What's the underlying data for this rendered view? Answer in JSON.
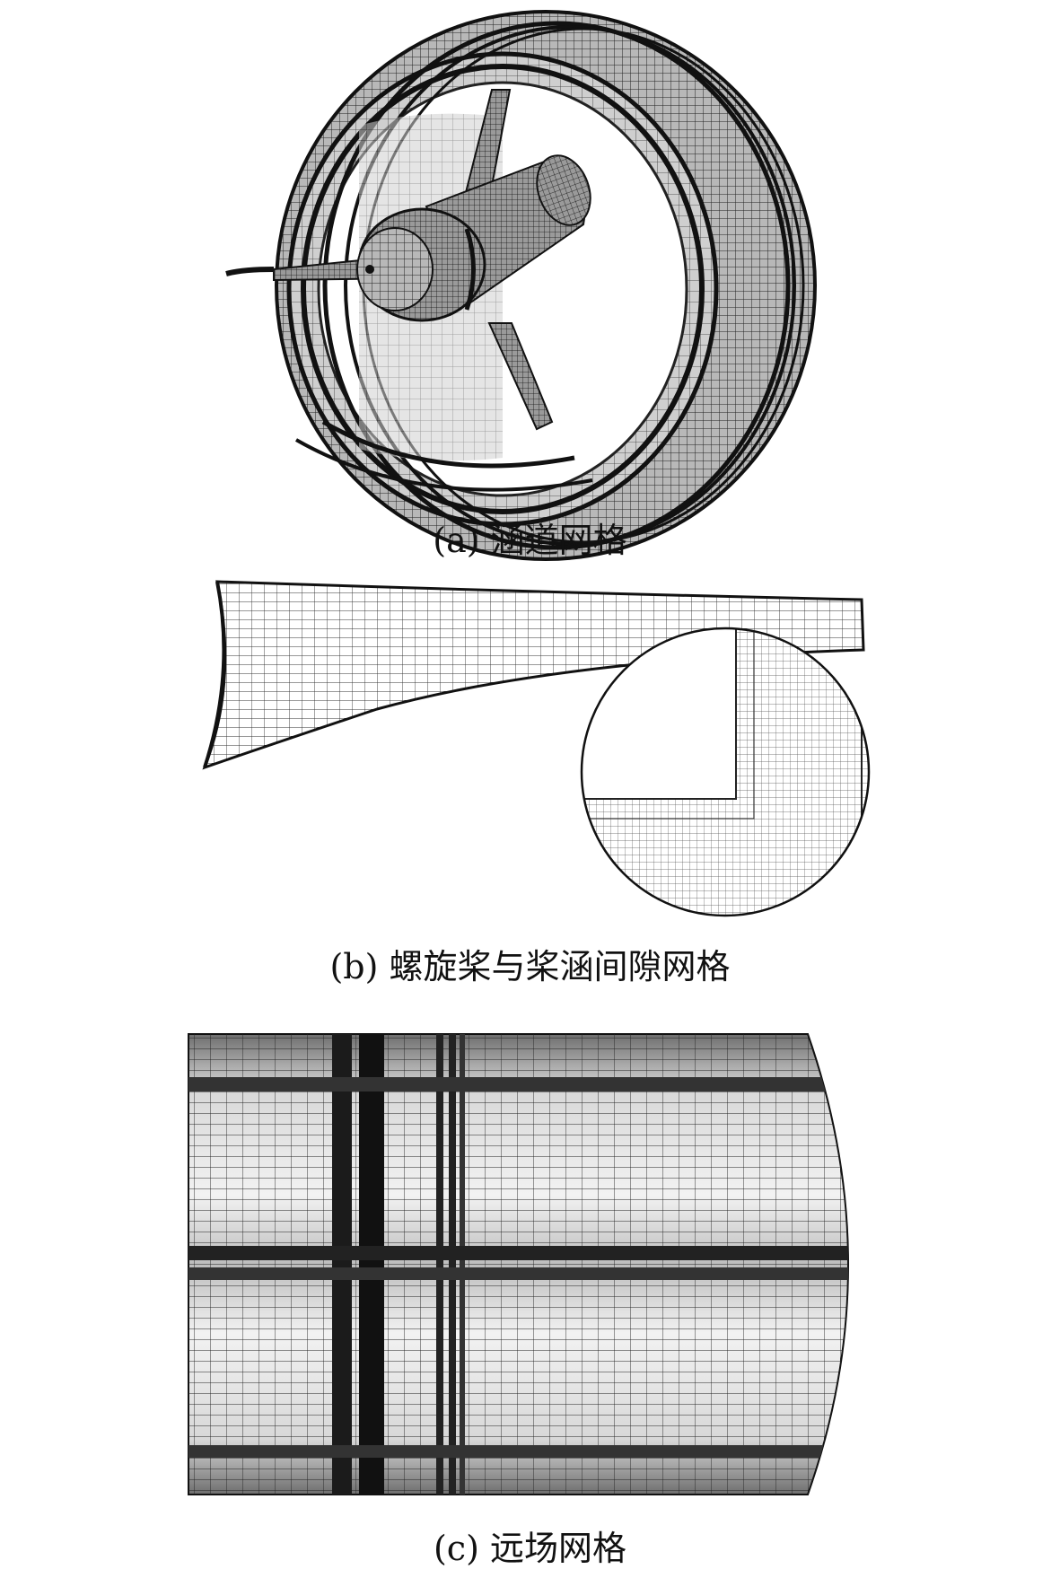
{
  "figure": {
    "panels": [
      {
        "id": "a",
        "caption": "(a) 涵道网格"
      },
      {
        "id": "b",
        "caption": "(b) 螺旋桨与桨涵间隙网格"
      },
      {
        "id": "c",
        "caption": "(c) 远场网格"
      }
    ]
  }
}
